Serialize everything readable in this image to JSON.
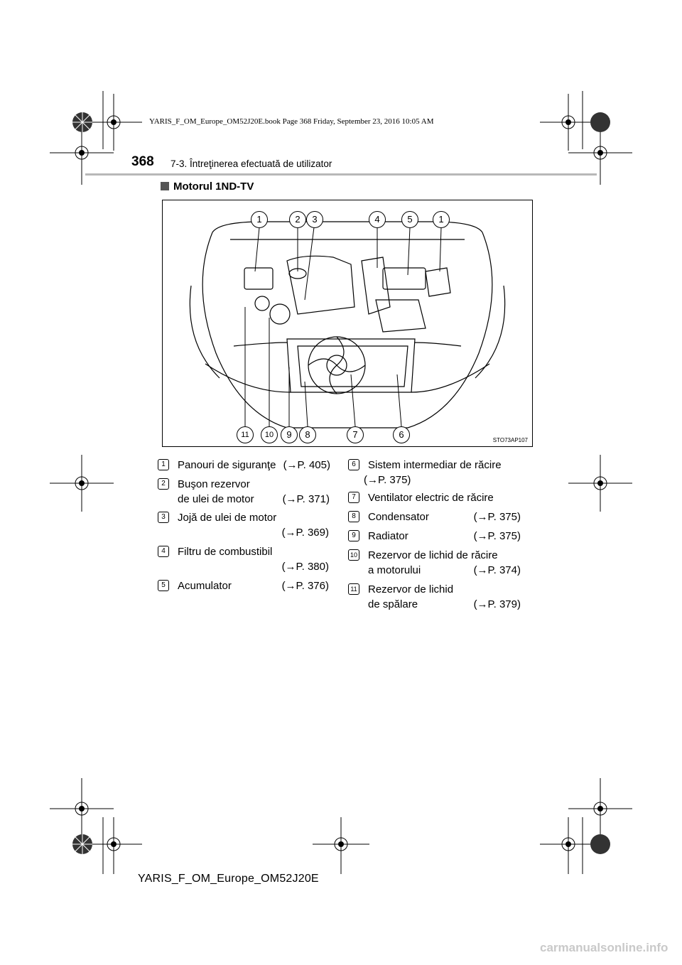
{
  "header": {
    "book_line": "YARIS_F_OM_Europe_OM52J20E.book  Page 368  Friday, September 23, 2016  10:05 AM",
    "page_number": "368",
    "chapter": "7-3. Întreţinerea efectuată de utilizator"
  },
  "section": {
    "title": "Motorul 1ND-TV"
  },
  "figure": {
    "code": "STO73AP107",
    "callouts_top": [
      "1",
      "2",
      "3",
      "4",
      "5",
      "1"
    ],
    "callouts_bottom": [
      "11",
      "10",
      "9",
      "8",
      "7",
      "6"
    ]
  },
  "legend": [
    {
      "num": "1",
      "lines": [
        "Panouri de siguranţe"
      ],
      "ref": "(→P. 405)"
    },
    {
      "num": "2",
      "lines": [
        "Buşon rezervor",
        "de ulei de motor"
      ],
      "ref": "(→P. 371)"
    },
    {
      "num": "3",
      "lines": [
        "Jojă de ulei de motor"
      ],
      "ref": "(→P. 369)"
    },
    {
      "num": "4",
      "lines": [
        "Filtru de combustibil"
      ],
      "ref": "(→P. 380)"
    },
    {
      "num": "5",
      "lines": [
        "Acumulator"
      ],
      "ref": "(→P. 376)"
    },
    {
      "num": "6",
      "lines": [
        "Sistem intermediar de răcire"
      ],
      "ref": "(→P. 375)"
    },
    {
      "num": "7",
      "lines": [
        "Ventilator electric de răcire"
      ],
      "ref": ""
    },
    {
      "num": "8",
      "lines": [
        "Condensator"
      ],
      "ref": "(→P. 375)"
    },
    {
      "num": "9",
      "lines": [
        "Radiator"
      ],
      "ref": "(→P. 375)"
    },
    {
      "num": "10",
      "lines": [
        "Rezervor de lichid de răcire",
        "a motorului"
      ],
      "ref": "(→P. 374)"
    },
    {
      "num": "11",
      "lines": [
        "Rezervor de lichid",
        "de spălare"
      ],
      "ref": "(→P. 379)"
    }
  ],
  "footer": {
    "text": "YARIS_F_OM_Europe_OM52J20E"
  },
  "watermark": {
    "text": "carmanualsonline.info"
  }
}
